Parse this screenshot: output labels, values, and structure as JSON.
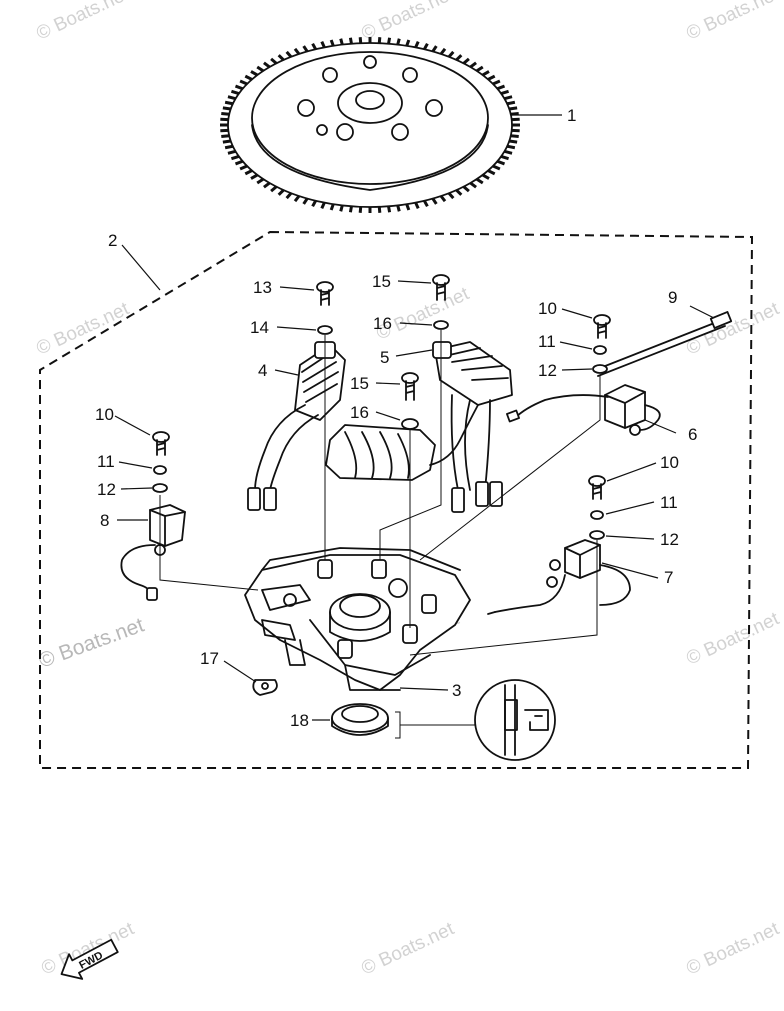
{
  "watermarks": [
    "© Boats.net",
    "© Boats.net",
    "© Boats.net",
    "© Boats.net",
    "© Boats.net",
    "© Boats.net",
    "© Boats.net",
    "© Boats.net",
    "© Boats.net",
    "© Boats.net",
    "© Boats.net",
    "© Boats.net"
  ],
  "callouts": {
    "c1": "1",
    "c2": "2",
    "c3": "3",
    "c4": "4",
    "c5": "5",
    "c6": "6",
    "c7": "7",
    "c8": "8",
    "c9": "9",
    "c10a": "10",
    "c10b": "10",
    "c10c": "10",
    "c11a": "11",
    "c11b": "11",
    "c11c": "11",
    "c12a": "12",
    "c12b": "12",
    "c12c": "12",
    "c13": "13",
    "c14": "14",
    "c15a": "15",
    "c15b": "15",
    "c16a": "16",
    "c16b": "16",
    "c17": "17",
    "c18": "18"
  },
  "fwd_label": "FWD"
}
